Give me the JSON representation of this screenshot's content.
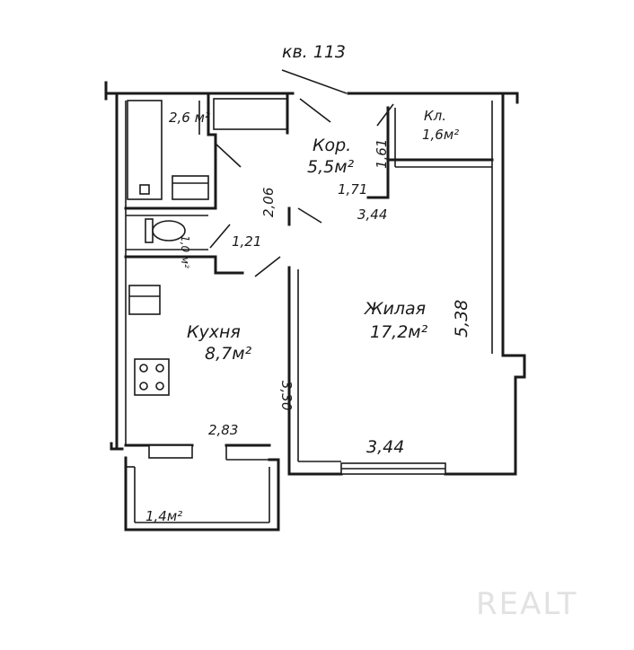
{
  "apartment": {
    "label": "кв. 113"
  },
  "rooms": {
    "corridor": {
      "name": "Кор.",
      "area": "5,5м²"
    },
    "storage": {
      "name": "Кл.",
      "area": "1,6м²"
    },
    "bathroom": {
      "area": "2,6 м²"
    },
    "toilet": {
      "area": "1,0 м²"
    },
    "living": {
      "name": "Жилая",
      "area": "17,2м²"
    },
    "kitchen": {
      "name": "Кухня",
      "area": "8,7м²"
    },
    "balcony": {
      "area": "1,4м²"
    }
  },
  "dimensions": {
    "corridor_width": "2,06",
    "storage_height": "1,61",
    "corridor_short": "1,71",
    "living_top": "3,44",
    "toilet_width": "1,21",
    "living_height": "5,38",
    "kitchen_height": "3,30",
    "kitchen_width": "2,83",
    "living_bottom": "3,44"
  },
  "watermark": "REALT"
}
